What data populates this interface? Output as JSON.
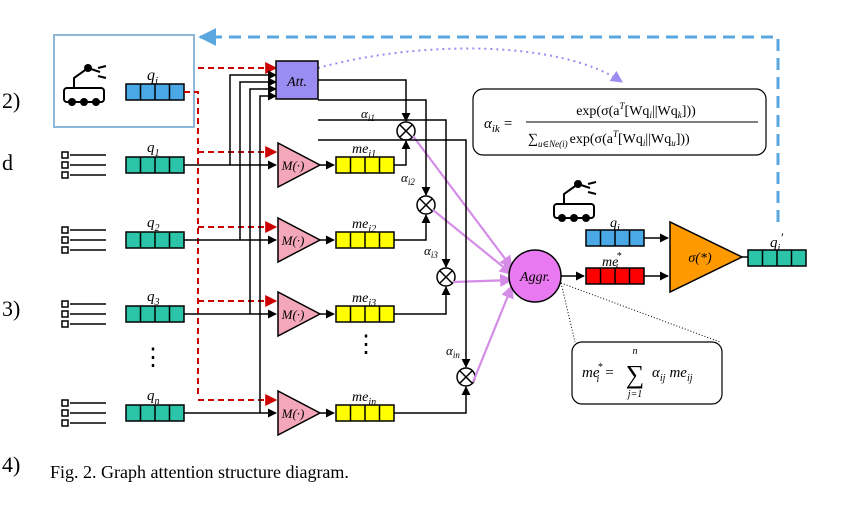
{
  "margin_fragments": [
    "2)",
    "d",
    "3)",
    "4)"
  ],
  "caption": "Fig. 2.  Graph attention structure diagram.",
  "colors": {
    "query_blue": "#4aa8e6",
    "query_teal": "#2bc4a8",
    "embedding_yellow": "#ffff00",
    "aggregate_red": "#ff0000",
    "mapper_pink": "#f4a7b9",
    "attention_purple": "#9a8cf0",
    "aggregator_magenta": "#e879f0",
    "sigma_orange": "#ff9900",
    "dashed_red": "#cc0000",
    "dashed_blue": "#5aa7e0",
    "arrow_violet": "#d58ce6"
  },
  "icons": [
    "robot-arm-icon",
    "graph-node-icon"
  ],
  "target": {
    "query_label": "q",
    "query_sub": "i"
  },
  "attention_block": {
    "label": "Att."
  },
  "mapper_label": "M(·)",
  "rows": [
    {
      "q_base": "q",
      "q_sub": "1",
      "me_base": "me",
      "me_sub": "i1",
      "alpha_base": "α",
      "alpha_sub": "i1"
    },
    {
      "q_base": "q",
      "q_sub": "2",
      "me_base": "me",
      "me_sub": "i2",
      "alpha_base": "α",
      "alpha_sub": "i2"
    },
    {
      "q_base": "q",
      "q_sub": "3",
      "me_base": "me",
      "me_sub": "i3",
      "alpha_base": "α",
      "alpha_sub": "i3"
    },
    {
      "q_base": "q",
      "q_sub": "n",
      "me_base": "me",
      "me_sub": "in",
      "alpha_base": "α",
      "alpha_sub": "in"
    }
  ],
  "ellipsis": "⋮",
  "aggregator": {
    "label": "Aggr."
  },
  "aggregated": {
    "base": "me",
    "sub": "i",
    "sup": "*"
  },
  "output_query": {
    "base": "q",
    "sub": "i",
    "sup": "′"
  },
  "sigma_block": {
    "label": "σ(*)"
  },
  "formula_alpha": {
    "lhs_base": "α",
    "lhs_sub": "ik",
    "equals": "=",
    "numerator": "exp(σ(a",
    "numerator_sup": "T",
    "numerator_rest": "[Wq",
    "numerator_sub_i": "i",
    "numerator_concat": "||Wq",
    "numerator_sub_k": "k",
    "numerator_end": "]))",
    "denominator_sum": "∑",
    "denominator_sum_sub": "u∈Ne(i)",
    "denominator": "exp(σ(a",
    "denominator_sup": "T",
    "denominator_rest": "[Wq",
    "denominator_sub_i": "i",
    "denominator_concat": "||Wq",
    "denominator_sub_u": "u",
    "denominator_end": "]))"
  },
  "formula_sum": {
    "lhs_base": "me",
    "lhs_sub": "i",
    "lhs_sup": "*",
    "equals": "=",
    "sum": "∑",
    "sum_top": "n",
    "sum_bottom": "j=1",
    "term1_base": "α",
    "term1_sub": "ij",
    "term2_base": "me",
    "term2_sub": "ij"
  }
}
